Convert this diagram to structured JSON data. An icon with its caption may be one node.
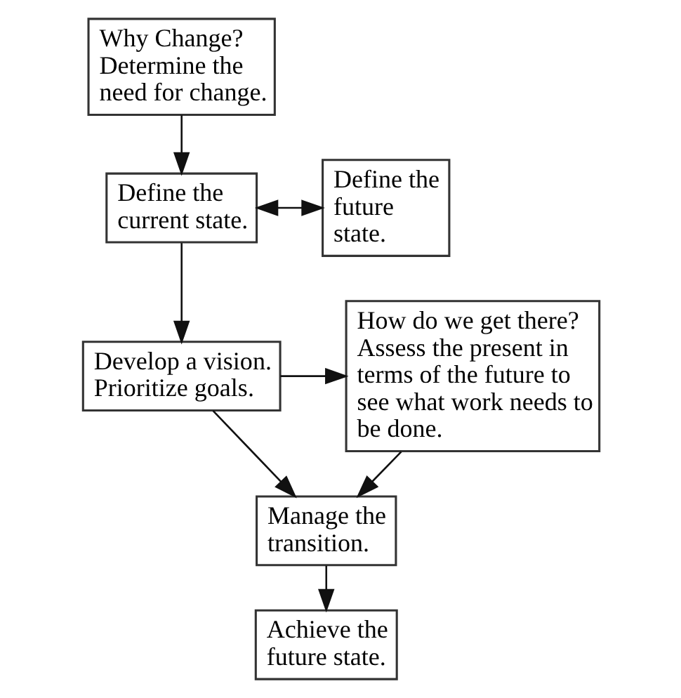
{
  "diagram": {
    "nodes": [
      {
        "text": [
          "Why Change?",
          "Determine the need for change."
        ]
      },
      {
        "text": [
          "Define the current state."
        ]
      },
      {
        "text": [
          "Define the future state."
        ]
      },
      {
        "text": [
          "Develop a vision.",
          "Prioritize goals."
        ]
      },
      {
        "text": [
          "How do we get there?",
          "Assess the present in terms of the future to see what work needs to be done."
        ]
      },
      {
        "text": [
          "Manage the transition."
        ]
      },
      {
        "text": [
          "Achieve the future state."
        ]
      }
    ],
    "edges": [
      {
        "from": 0,
        "to": 1,
        "arrow": "to"
      },
      {
        "from": 1,
        "to": 2,
        "arrow": "both"
      },
      {
        "from": 1,
        "to": 3,
        "arrow": "to"
      },
      {
        "from": 3,
        "to": 4,
        "arrow": "to"
      },
      {
        "from": 3,
        "to": 5,
        "arrow": "to"
      },
      {
        "from": 4,
        "to": 5,
        "arrow": "to"
      },
      {
        "from": 5,
        "to": 6,
        "arrow": "to"
      }
    ]
  }
}
